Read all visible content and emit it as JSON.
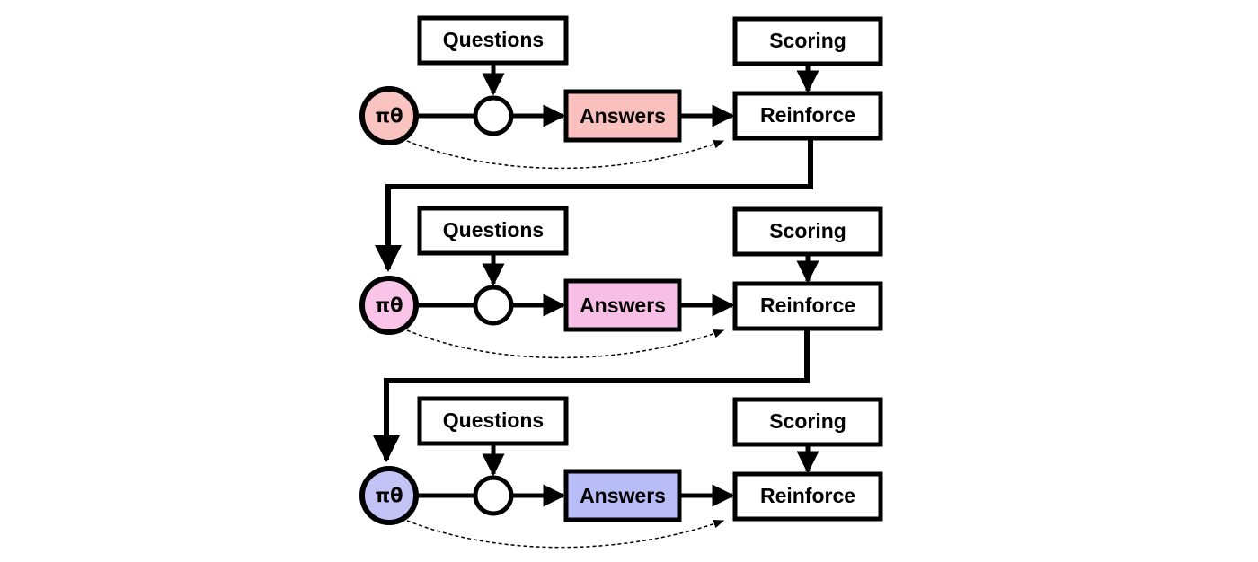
{
  "rows": [
    {
      "policy": {
        "label": "πθ",
        "color": "#f9c4c0"
      },
      "questions": {
        "label": "Questions"
      },
      "answers": {
        "label": "Answers",
        "color": "#f9c0bd"
      },
      "scoring": {
        "label": "Scoring"
      },
      "reinforce": {
        "label": "Reinforce"
      }
    },
    {
      "policy": {
        "label": "πθ",
        "color": "#f9c4e7"
      },
      "questions": {
        "label": "Questions"
      },
      "answers": {
        "label": "Answers",
        "color": "#f8bfe6"
      },
      "scoring": {
        "label": "Scoring"
      },
      "reinforce": {
        "label": "Reinforce"
      }
    },
    {
      "policy": {
        "label": "πθ",
        "color": "#c3c3f6"
      },
      "questions": {
        "label": "Questions"
      },
      "answers": {
        "label": "Answers",
        "color": "#b9bdf7"
      },
      "scoring": {
        "label": "Scoring"
      },
      "reinforce": {
        "label": "Reinforce"
      }
    }
  ]
}
